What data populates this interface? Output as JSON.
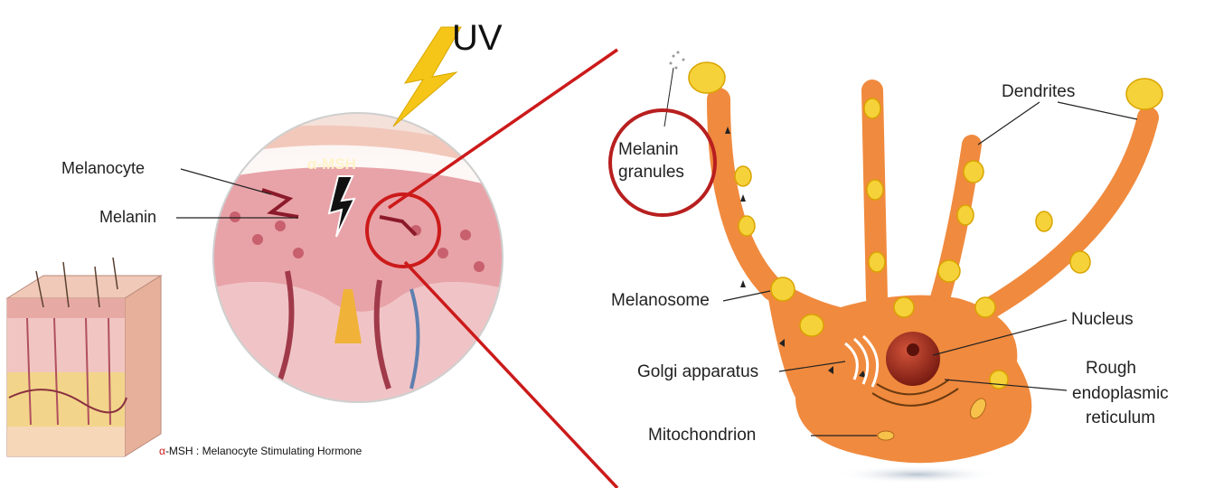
{
  "left_panel": {
    "uv_label": "UV",
    "msh_label": "α-MSH",
    "melanocyte_label": "Melanocyte",
    "melanin_label": "Melanin",
    "footnote_alpha": "α",
    "footnote_text": "-MSH : Melanocyte Stimulating Hormone"
  },
  "right_panel": {
    "melanin_granules_line1": "Melanin",
    "melanin_granules_line2": "granules",
    "dendrites_label": "Dendrites",
    "melanosome_label": "Melanosome",
    "nucleus_label": "Nucleus",
    "golgi_label": "Golgi apparatus",
    "rough_er_line1": "Rough",
    "rough_er_line2": "endoplasmic",
    "rough_er_line3": "reticulum",
    "mitochondrion_label": "Mitochondrion"
  },
  "colors": {
    "cell_orange": "#f08a3e",
    "granule_yellow": "#f6d23a",
    "highlight_red": "#cc1a1a",
    "uv_bolt": "#f5c518",
    "skin_pink": "#e8a3a8"
  }
}
